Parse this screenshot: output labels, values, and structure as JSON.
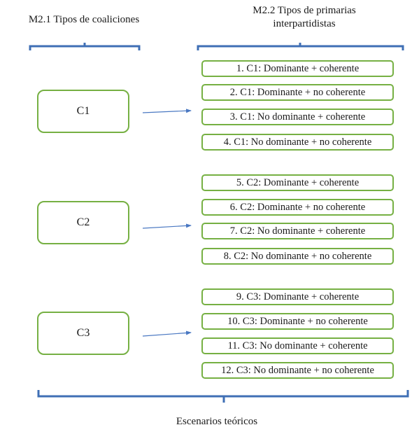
{
  "headings": {
    "left": "M2.1 Tipos de coaliciones",
    "right_line1": "M2.2 Tipos de primarias",
    "right_line2": "interpartidistas"
  },
  "coalitions": [
    {
      "label": "C1"
    },
    {
      "label": "C2"
    },
    {
      "label": "C3"
    }
  ],
  "scenarios": [
    "1. C1: Dominante + coherente",
    "2. C1: Dominante + no coherente",
    "3. C1: No dominante + coherente",
    "4. C1: No dominante + no coherente",
    "5. C2: Dominante + coherente",
    "6. C2: Dominante + no coherente",
    "7. C2: No dominante + coherente",
    "8. C2: No dominante + no coherente",
    "9. C3: Dominante + coherente",
    "10. C3: Dominante + no coherente",
    "11. C3: No dominante + coherente",
    "12. C3: No dominante + no coherente"
  ],
  "footer": "Escenarios teóricos",
  "colors": {
    "box_border": "#76b043",
    "bracket": "#3f6fb5",
    "arrow": "#4a78c2"
  }
}
